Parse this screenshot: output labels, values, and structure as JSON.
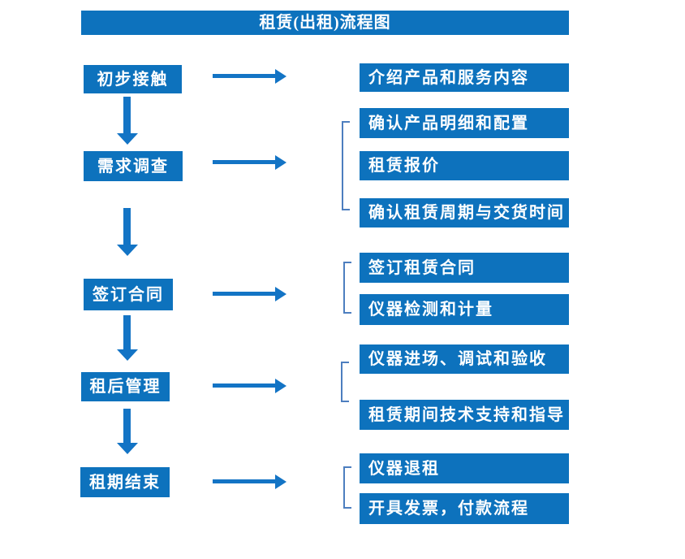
{
  "title": "租赁(出租)流程图",
  "colors": {
    "box_blue": "#0d72bd",
    "arrow_blue": "#1374c5",
    "bracket_blue": "#4d7ebf",
    "text_white": "#ffffff",
    "background": "#ffffff"
  },
  "flow": {
    "stages": [
      {
        "label": "初步接触",
        "outputs": [
          "介绍产品和服务内容"
        ]
      },
      {
        "label": "需求调查",
        "outputs": [
          "确认产品明细和配置",
          "租赁报价",
          "确认租赁周期与交货时间"
        ]
      },
      {
        "label": "签订合同",
        "outputs": [
          "签订租赁合同",
          "仪器检测和计量"
        ]
      },
      {
        "label": "租后管理",
        "outputs": [
          "仪器进场、调试和验收",
          "租赁期间技术支持和指导"
        ]
      },
      {
        "label": "租期结束",
        "outputs": [
          "仪器退租",
          "开具发票，付款流程"
        ]
      }
    ]
  }
}
